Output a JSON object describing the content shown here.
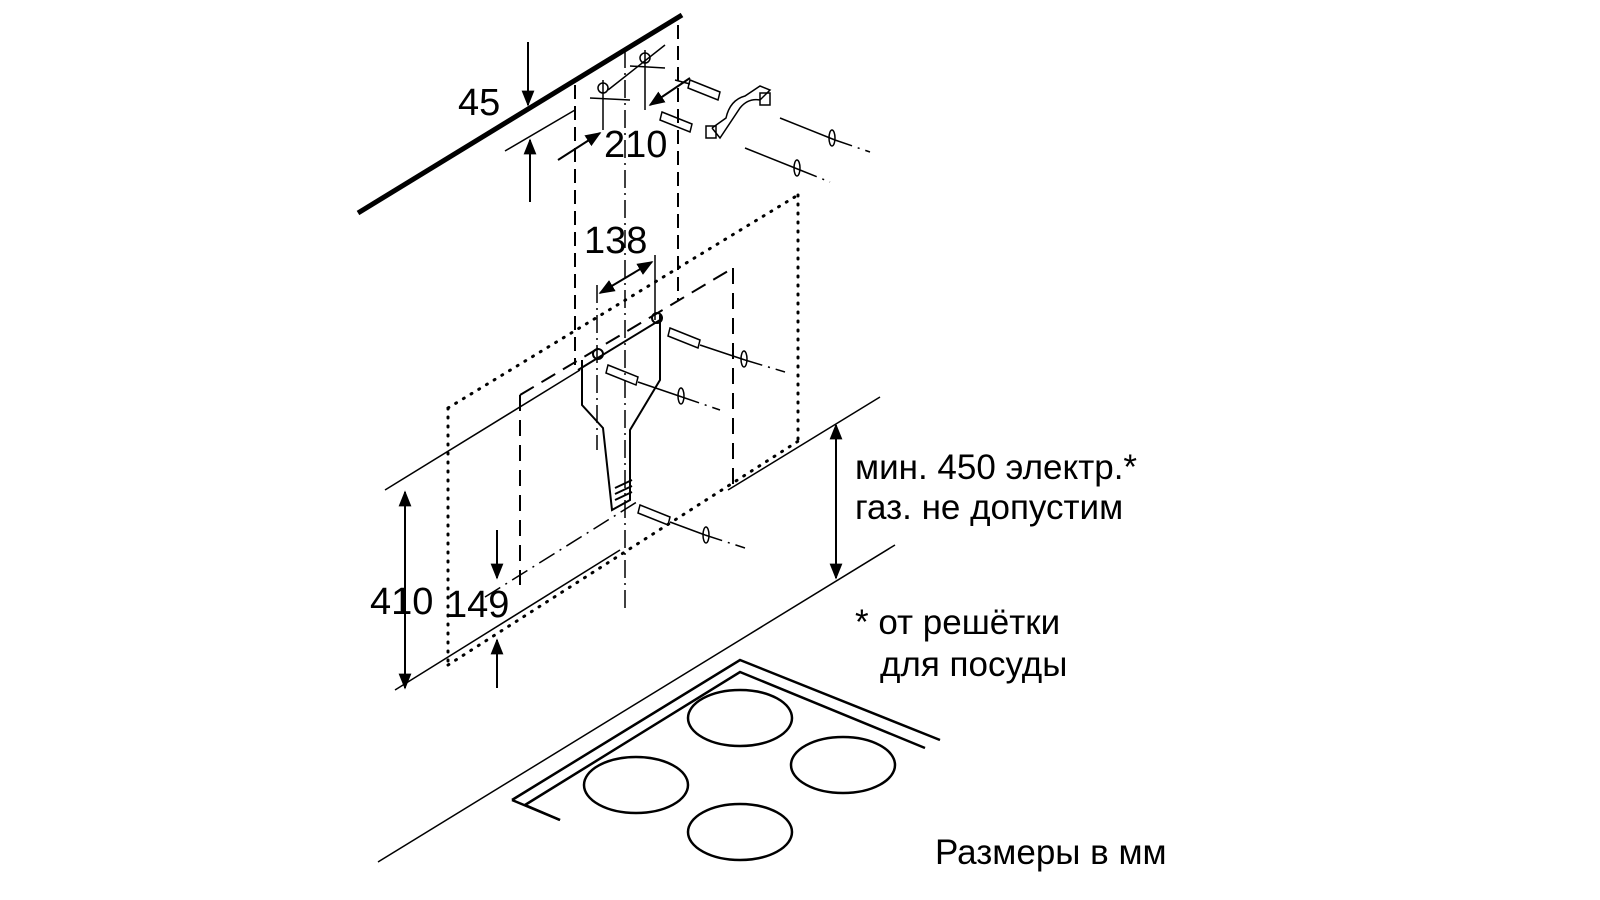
{
  "dimensions": {
    "d45": "45",
    "d210": "210",
    "d138": "138",
    "d410": "410",
    "d149": "149"
  },
  "notes": {
    "min_line1": "мин. 450 электр.*",
    "min_line2": "газ. не допустим",
    "footnote_line1": "* от решётки",
    "footnote_line2": "для посуды",
    "units": "Размеры в мм"
  },
  "colors": {
    "ink": "#000000",
    "background": "#ffffff"
  }
}
